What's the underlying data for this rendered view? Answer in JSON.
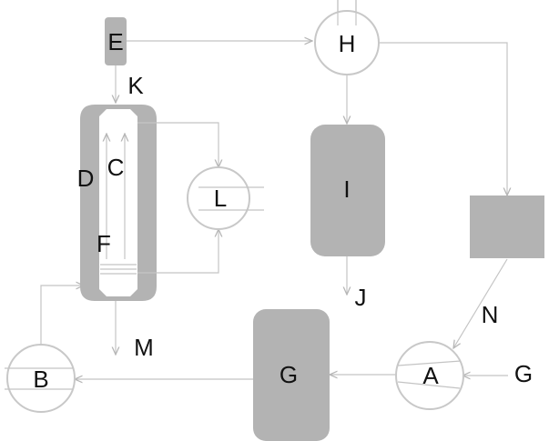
{
  "labels": {
    "A": "A",
    "B": "B",
    "C": "C",
    "D": "D",
    "E": "E",
    "F": "F",
    "G_vessel": "G",
    "G_inlet": "G",
    "H": "H",
    "I": "I",
    "J": "J",
    "K": "K",
    "L": "L",
    "M": "M",
    "N": "N"
  },
  "colors": {
    "block_fill": "#b3b3b3",
    "line": "#c4c4c4",
    "circle_stroke": "#c8c8c8",
    "text": "#111111"
  }
}
